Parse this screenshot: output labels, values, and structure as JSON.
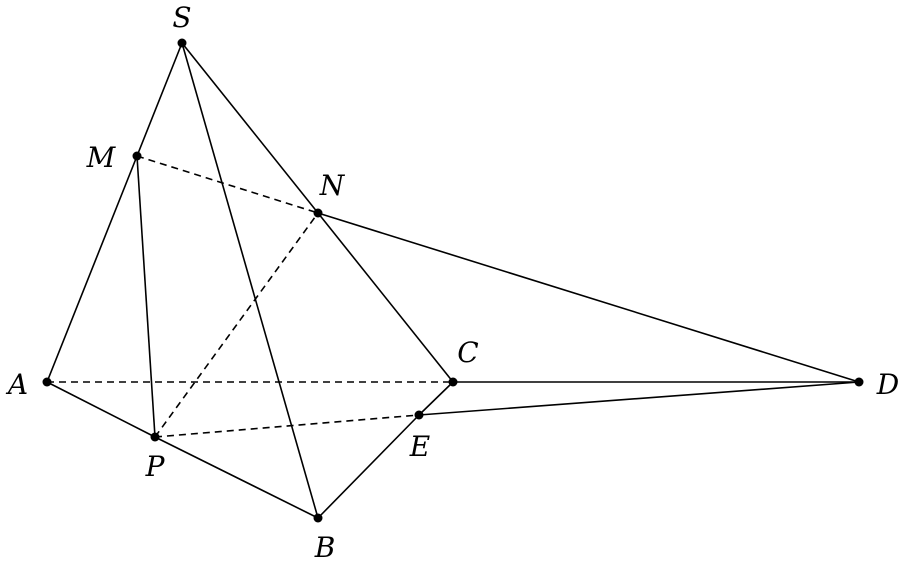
{
  "points": [
    {
      "id": "S",
      "label": "S"
    },
    {
      "id": "M",
      "label": "M"
    },
    {
      "id": "N",
      "label": "N"
    },
    {
      "id": "A",
      "label": "A"
    },
    {
      "id": "C",
      "label": "C"
    },
    {
      "id": "D",
      "label": "D"
    },
    {
      "id": "P",
      "label": "P"
    },
    {
      "id": "E",
      "label": "E"
    },
    {
      "id": "B",
      "label": "B"
    }
  ],
  "segments": [
    {
      "from": "S",
      "to": "A",
      "style": "solid"
    },
    {
      "from": "S",
      "to": "B",
      "style": "solid"
    },
    {
      "from": "S",
      "to": "N",
      "style": "solid"
    },
    {
      "from": "N",
      "to": "C",
      "style": "solid"
    },
    {
      "from": "N",
      "to": "D",
      "style": "solid"
    },
    {
      "from": "C",
      "to": "D",
      "style": "solid"
    },
    {
      "from": "A",
      "to": "P",
      "style": "solid"
    },
    {
      "from": "P",
      "to": "B",
      "style": "solid"
    },
    {
      "from": "B",
      "to": "E",
      "style": "solid"
    },
    {
      "from": "E",
      "to": "C",
      "style": "solid"
    },
    {
      "from": "E",
      "to": "D",
      "style": "solid"
    },
    {
      "from": "M",
      "to": "P",
      "style": "solid"
    },
    {
      "from": "M",
      "to": "N",
      "style": "dashed"
    },
    {
      "from": "A",
      "to": "C",
      "style": "dashed"
    },
    {
      "from": "P",
      "to": "N",
      "style": "dashed"
    },
    {
      "from": "P",
      "to": "E",
      "style": "dashed"
    }
  ],
  "colors": {
    "stroke": "#000000"
  }
}
